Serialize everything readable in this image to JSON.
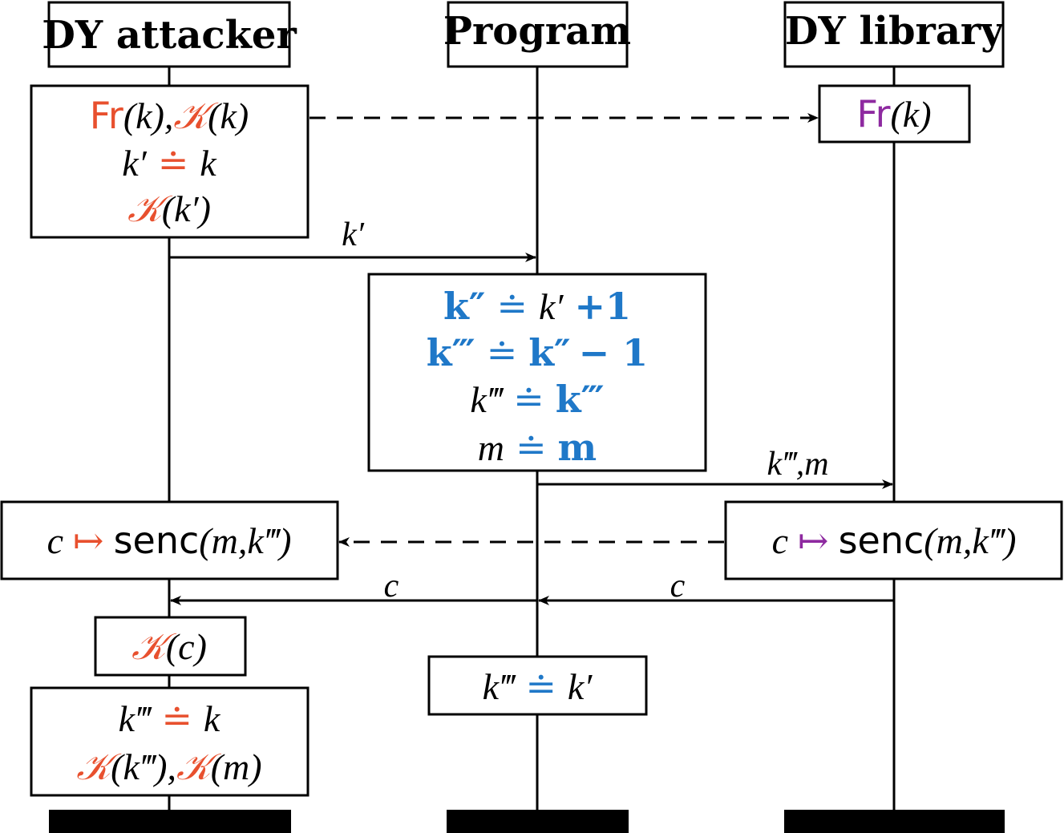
{
  "colors": {
    "attacker": "#e8502e",
    "library": "#8e2aa0",
    "program": "#1f78c8",
    "text": "#000000"
  },
  "lifelines": {
    "attacker": {
      "title": "DY attacker"
    },
    "program": {
      "title": "Program"
    },
    "library": {
      "title": "DY library"
    }
  },
  "attacker_box1": {
    "fr": "Fr",
    "fr_arg": "(k),",
    "k_sym": "𝒦",
    "k_arg": "(k)",
    "eq_lhs": "k′",
    "eq": "≐",
    "eq_rhs": "k",
    "know": "𝒦",
    "know_arg": "(k′)"
  },
  "library_box1": {
    "fr": "Fr",
    "fr_arg": "(k)"
  },
  "msg_k1": "k′",
  "program_box1": {
    "l1_lhs": "k″",
    "l1_eq": "≐",
    "l1_mid": "k′",
    "l1_rhs": "+1",
    "l2_lhs": "k‴",
    "l2_eq": "≐",
    "l2_mid": "k″",
    "l2_rhs": "− 1",
    "l3_lhs": "k‴",
    "l3_eq": "≐",
    "l3_rhs": "k‴",
    "l4_lhs": "m",
    "l4_eq": "≐",
    "l4_rhs": "m"
  },
  "msg_km": "k‴,m",
  "attacker_senc": {
    "c": "c",
    "arrow": "↦",
    "fn": "senc",
    "args": "(m,k‴)"
  },
  "library_senc": {
    "c": "c",
    "arrow": "↦",
    "fn": "senc",
    "args": "(m,k‴)"
  },
  "msg_c_left": "c",
  "msg_c_right": "c",
  "attacker_box2": {
    "know": "𝒦",
    "arg": "(c)"
  },
  "program_box2": {
    "lhs": "k‴",
    "eq": "≐",
    "rhs": "k′"
  },
  "attacker_box3": {
    "eq_lhs": "k‴",
    "eq": "≐",
    "eq_rhs": "k",
    "know1": "𝒦",
    "know1_arg": "(k‴),",
    "know2": "𝒦",
    "know2_arg": "(m)"
  }
}
